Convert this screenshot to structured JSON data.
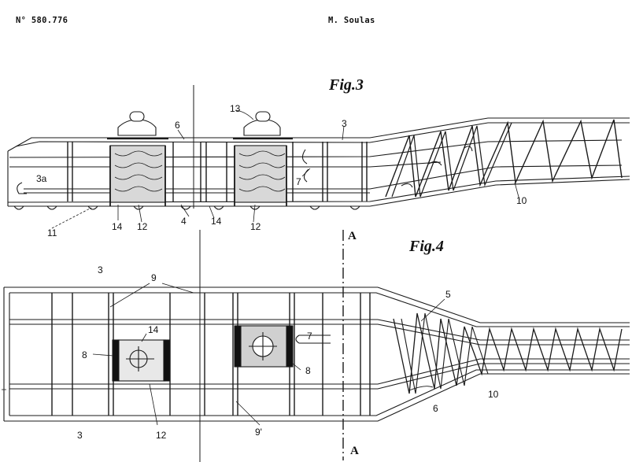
{
  "header": {
    "patent_number": "N° 580.776",
    "inventor": "M. Soulas"
  },
  "figures": {
    "fig3_title": "Fig.3",
    "fig4_title": "Fig.4"
  },
  "section": {
    "label_top": "A",
    "label_bottom": "A"
  },
  "fig3_labels": {
    "n13": "13",
    "n6": "6",
    "n3": "3",
    "n3a": "3a",
    "n7": "7",
    "n10": "10",
    "n11": "11",
    "n14a": "14",
    "n12a": "12",
    "n4": "4",
    "n14b": "14",
    "n12b": "12"
  },
  "fig4_labels": {
    "n3top": "3",
    "n9top": "9",
    "n5": "5",
    "n14": "14",
    "n7": "7",
    "n8a": "8",
    "n8b": "8",
    "n10": "10",
    "n6": "6",
    "n3bot": "3",
    "n12": "12",
    "n9bot": "9'"
  }
}
